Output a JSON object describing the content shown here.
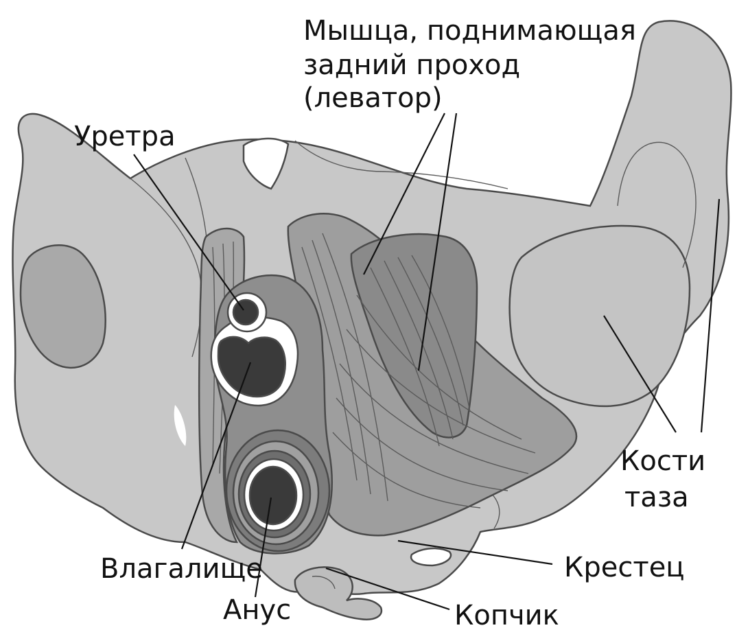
{
  "labels": {
    "levator_line1": "Мышца, поднимающая",
    "levator_line2": "задний проход",
    "levator_line3": "(леватор)",
    "urethra": "Уретра",
    "pelvic_bones_line1": "Кости",
    "pelvic_bones_line2": "таза",
    "vagina": "Влагалище",
    "sacrum": "Крестец",
    "anus": "Анус",
    "coccyx": "Копчик"
  },
  "colors": {
    "bone": "#c8c8c8",
    "muscle": "#9e9e9e",
    "muscle_dark": "#7c7c7c",
    "lumen": "#3a3a3a",
    "outline": "#4a4a4a"
  }
}
